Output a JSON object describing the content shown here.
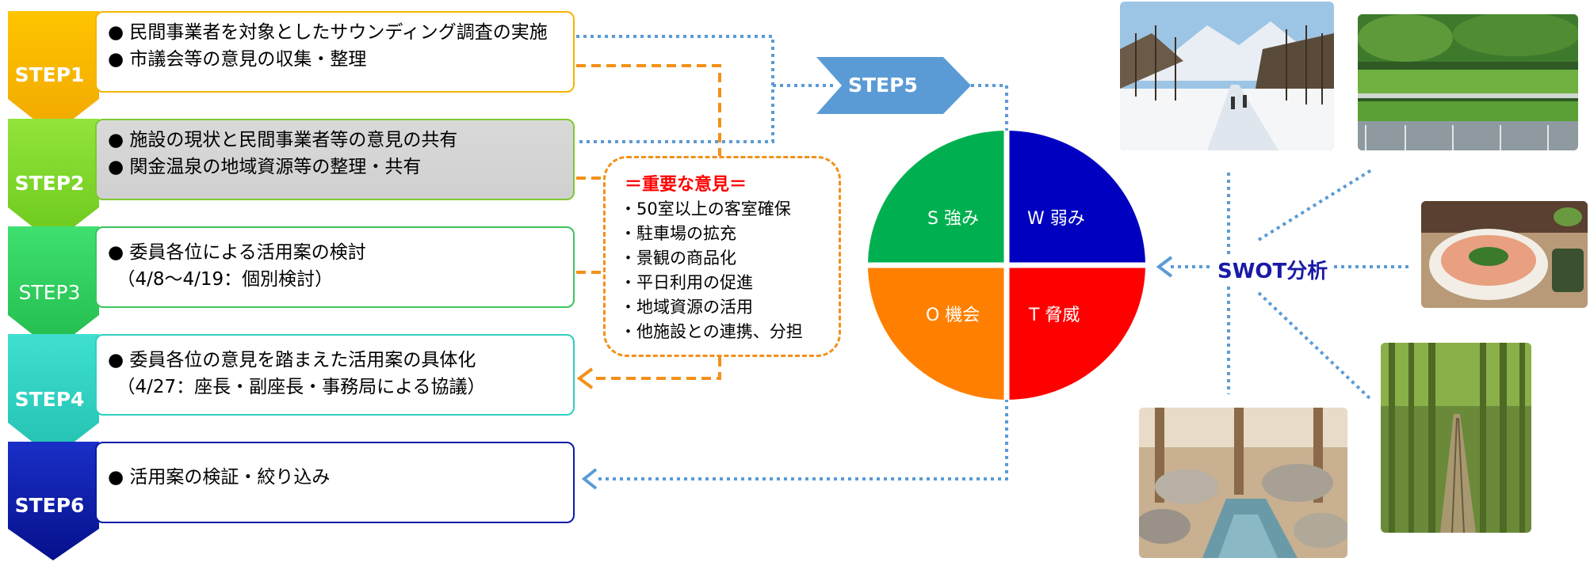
{
  "steps": [
    {
      "label": "STEP1",
      "color": "#f7b500",
      "border": "#f5b400",
      "lines": [
        "● 民間事業者を対象としたサウンディング調査の実施",
        "● 市議会等の意見の収集・整理"
      ]
    },
    {
      "label": "STEP2",
      "color": "#7ed321",
      "border": "#7ec832",
      "lines": [
        "● 施設の現状と民間事業者等の意見の共有",
        "● 関金温泉の地域資源等の整理・共有"
      ]
    },
    {
      "label": "STEP3",
      "color": "#2ecc5b",
      "border": "#3cc45c",
      "lines": [
        "● 委員各位による活用案の検討",
        "　（4/8～4/19：個別検討）"
      ]
    },
    {
      "label": "STEP4",
      "color": "#2fcfc0",
      "border": "#2fcfc0",
      "lines": [
        "● 委員各位の意見を踏まえた活用案の具体化",
        "　（4/27：座長・副座長・事務局による協議）"
      ]
    },
    {
      "label": "STEP6",
      "color": "#0a1aa8",
      "border": "#0a1aa8",
      "lines": [
        "● 活用案の検証・絞り込み"
      ]
    }
  ],
  "step5": {
    "label": "STEP5",
    "color": "#5b9bd5"
  },
  "important": {
    "title": "＝重要な意見＝",
    "items": [
      "・50室以上の客室確保",
      "・駐車場の拡充",
      "・景観の商品化",
      "・平日利用の促進",
      "・地域資源の活用",
      "・他施設との連携、分担"
    ]
  },
  "swot": {
    "quadrants": [
      {
        "label": "S 強み",
        "color": "#00b050"
      },
      {
        "label": "W 弱み",
        "color": "#0000c0"
      },
      {
        "label": "O 機会",
        "color": "#ff8000"
      },
      {
        "label": "T 脅威",
        "color": "#ff0000"
      }
    ],
    "analysis_label": "SWOT分析",
    "analysis_color": "#1a1aa6"
  },
  "photos": [
    {
      "name": "snow-mountain-photo"
    },
    {
      "name": "wasabi-field-photo"
    },
    {
      "name": "food-bowl-photo"
    },
    {
      "name": "hot-spring-photo"
    },
    {
      "name": "bamboo-forest-photo"
    }
  ]
}
